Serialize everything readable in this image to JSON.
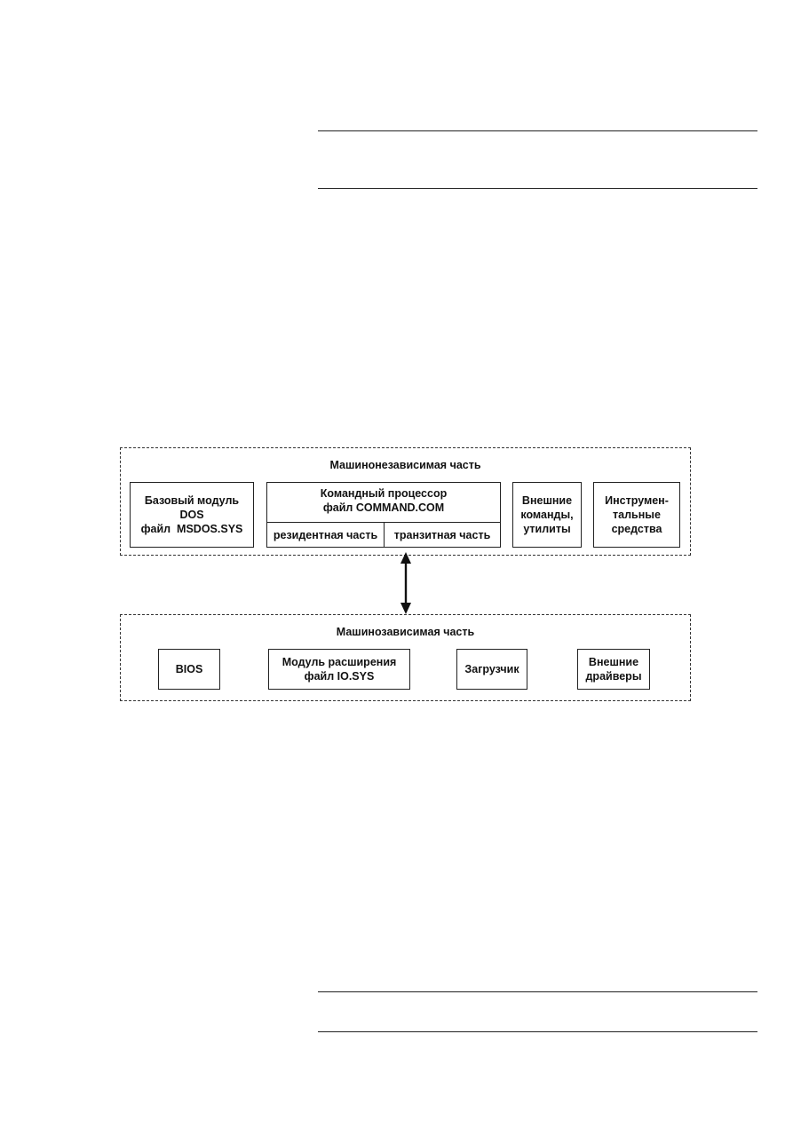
{
  "top_section": {
    "title": "Машинонезависимая часть",
    "base_module": {
      "lines": [
        "Базовый модуль",
        "DOS",
        "файл  MSDOS.SYS"
      ]
    },
    "command_processor": {
      "lines": [
        "Командный процессор",
        "файл COMMAND.COM"
      ],
      "resident": "резидентная часть",
      "transient": "транзитная часть"
    },
    "external_commands": {
      "lines": [
        "Внешние",
        "команды,",
        "утилиты"
      ]
    },
    "tools": {
      "lines": [
        "Инструмен-",
        "тальные",
        "средства"
      ]
    }
  },
  "bottom_section": {
    "title": "Машинозависимая часть",
    "bios": {
      "label": "BIOS"
    },
    "extension_module": {
      "lines": [
        "Модуль расширения",
        "файл IO.SYS"
      ]
    },
    "loader": {
      "label": "Загрузчик"
    },
    "external_drivers": {
      "lines": [
        "Внешние",
        "драйверы"
      ]
    }
  }
}
